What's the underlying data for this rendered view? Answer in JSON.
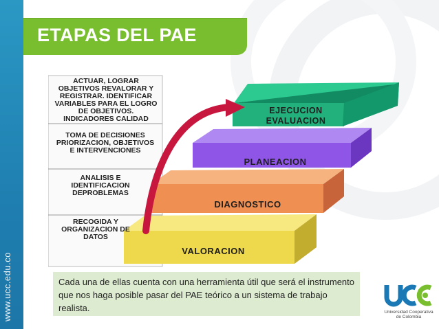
{
  "slide": {
    "title": "ETAPAS DEL PAE",
    "side_url": "www.ucc.edu.co"
  },
  "diagram": {
    "left_labels": [
      "ACTUAR, LOGRAR OBJETIVOS REVALORAR Y REGISTRAR. IDENTIFICAR VARIABLES PARA EL LOGRO DE OBJETIVOS. INDICADORES CALIDAD",
      "TOMA DE DECISIONES PRIORIZACION, OBJETIVOS E INTERVENCIONES",
      "ANALISIS E IDENTIFICACION DEPROBLEMAS",
      "RECOGIDA Y ORGANIZACION DE DATOS"
    ],
    "steps": [
      {
        "label": "VALORACION",
        "color": "#f0dd5a"
      },
      {
        "label": "DIAGNOSTICO",
        "color": "#f19a5a"
      },
      {
        "label": "PLANEACION",
        "color": "#9b62e8"
      },
      {
        "label": "EJECUCION EVALUACION",
        "color": "#21b07d"
      }
    ],
    "arrow_color": "#c8173f"
  },
  "note": {
    "text": "Cada una de ellas cuenta con una herramienta útil que será el instrumento que nos haga posible pasar del PAE teórico a un sistema de trabajo realista."
  },
  "logo": {
    "letters": "ucc",
    "caption": "Universidad Cooperativa de Colombia",
    "color_blue": "#1a78b4",
    "color_green": "#79be2f"
  }
}
